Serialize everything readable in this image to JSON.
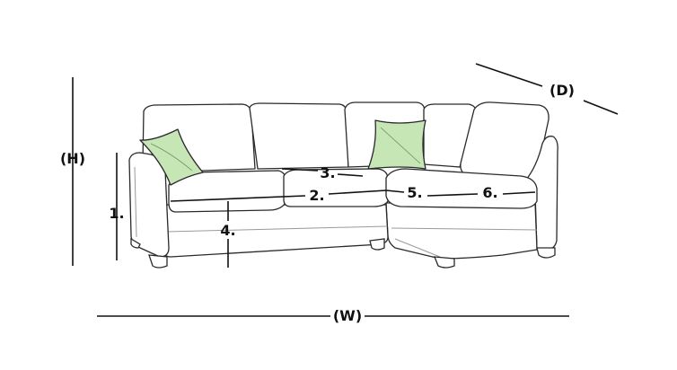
{
  "diagram": {
    "dimension_labels": {
      "height": "(H)",
      "depth": "(D)",
      "width": "(W)"
    },
    "part_labels": {
      "p1": "1.",
      "p2": "2.",
      "p3": "3.",
      "p4": "4.",
      "p5": "5.",
      "p6": "6."
    },
    "colors": {
      "pillow": "#c7e6b6",
      "outline": "#2a2a2a",
      "dimension_line": "#111111"
    }
  }
}
